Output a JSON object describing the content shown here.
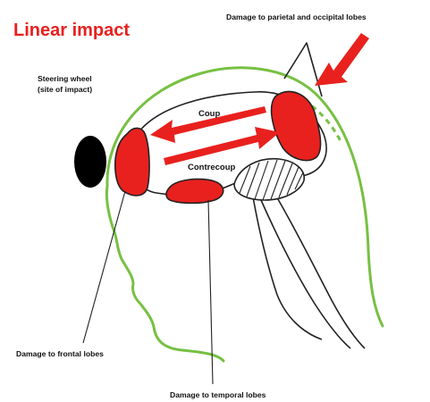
{
  "title": "Linear impact",
  "labels": {
    "steering_wheel_line1": "Steering wheel",
    "steering_wheel_line2": "(site of impact)",
    "damage_parietal_occipital": "Damage to parietal and occipital lobes",
    "coup": "Coup",
    "contrecoup": "Contrecoup",
    "damage_frontal": "Damage to frontal lobes",
    "damage_temporal": "Damage to temporal lobes"
  },
  "colors": {
    "title": "#e8211e",
    "injury": "#e8211e",
    "head_outline": "#77c043",
    "line": "#222222",
    "wheel": "#000000"
  }
}
